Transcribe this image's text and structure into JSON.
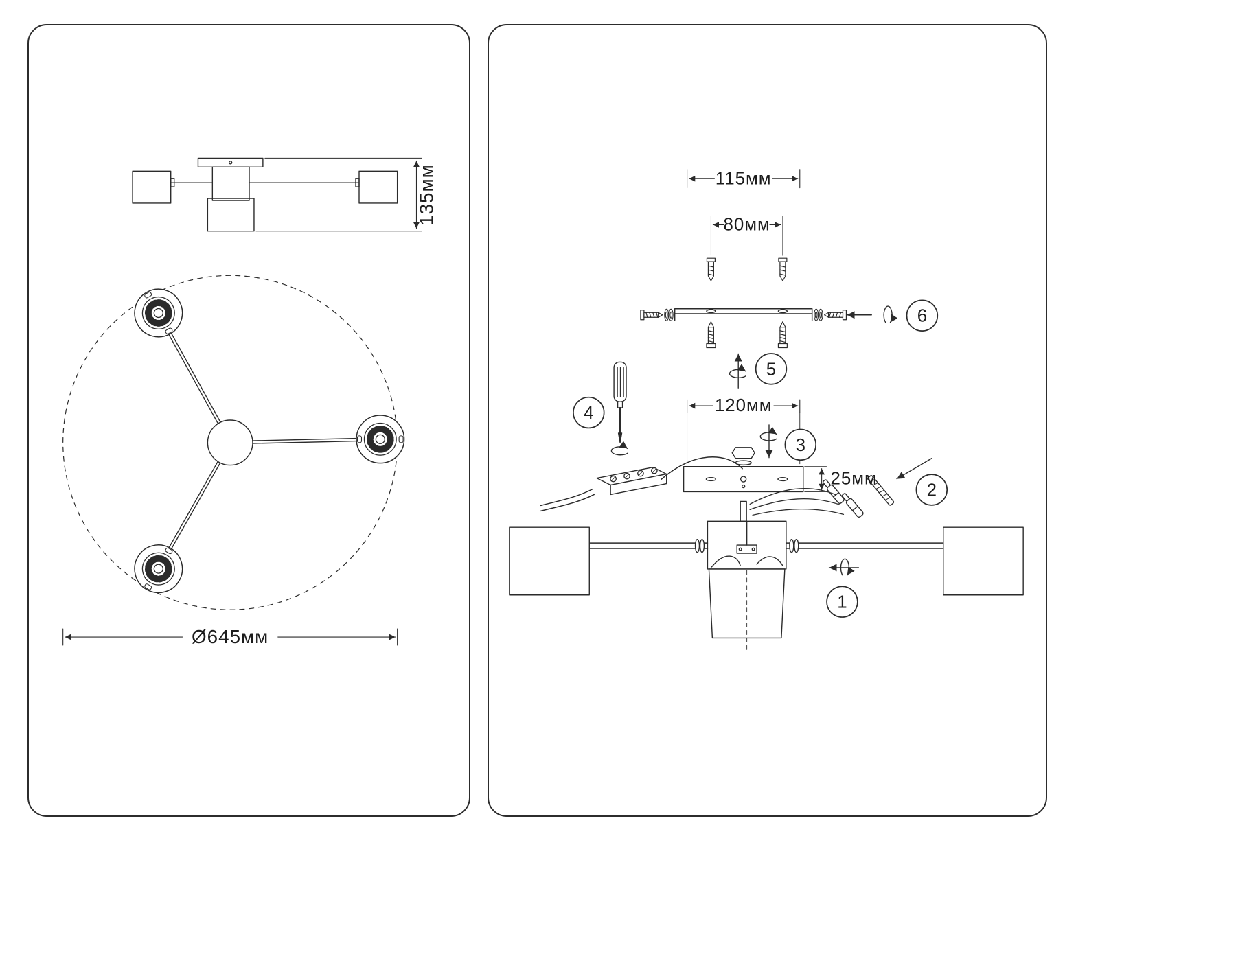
{
  "document": {
    "kind": "lighting-fixture-assembly-instructions",
    "background": "#ffffff",
    "line_color": "#2b2b2b"
  },
  "left_panel": {
    "side_view": {
      "height_dimension": "135мм"
    },
    "top_view": {
      "diameter_dimension": "Ø645мм"
    }
  },
  "right_panel": {
    "dimensions": {
      "bracket_width": "115мм",
      "hole_spacing": "80мм",
      "canopy_width": "120мм",
      "canopy_height": "25мм"
    },
    "steps": [
      "1",
      "2",
      "3",
      "4",
      "5",
      "6"
    ]
  }
}
